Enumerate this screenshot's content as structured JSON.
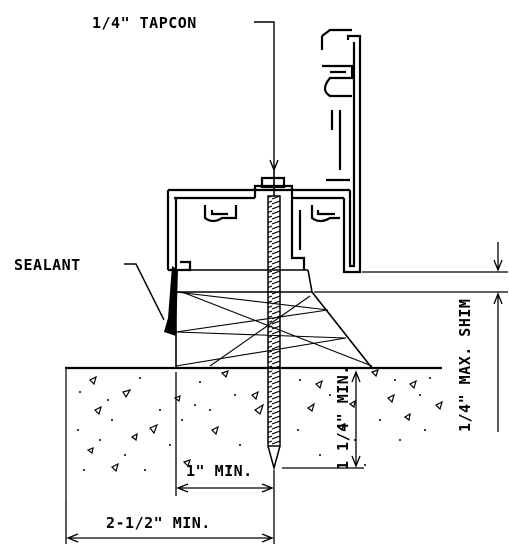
{
  "labels": {
    "tapcon": "1/4\" TAPCON",
    "sealant": "SEALANT",
    "shim": "1/4\" MAX. SHIM",
    "embed": "1 1/4\" MIN.",
    "one_inch": "1\" MIN.",
    "edge": "2-1/2\" MIN."
  },
  "colors": {
    "ink": "#000000",
    "paper": "#ffffff"
  }
}
